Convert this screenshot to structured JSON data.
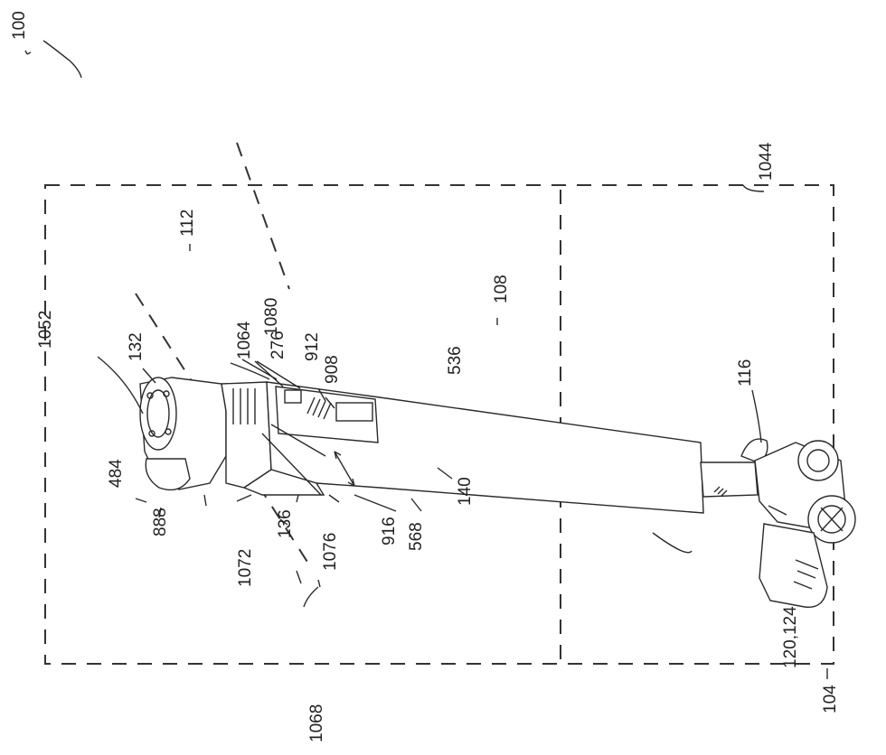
{
  "figure": {
    "labels": {
      "l100": "100",
      "l1044": "1044",
      "l112": "112",
      "l1052": "1052",
      "l132": "132",
      "l1064": "1064",
      "l276": "276",
      "l1080": "1080",
      "l912": "912",
      "l908": "908",
      "l536": "536",
      "l108": "108",
      "l116": "116",
      "l484": "484",
      "l888": "888",
      "l1072": "1072",
      "l136": "136",
      "l1076": "1076",
      "l916": "916",
      "l568": "568",
      "l140": "140",
      "l1068": "1068",
      "l104": "104",
      "l120_124": "120,124"
    }
  }
}
